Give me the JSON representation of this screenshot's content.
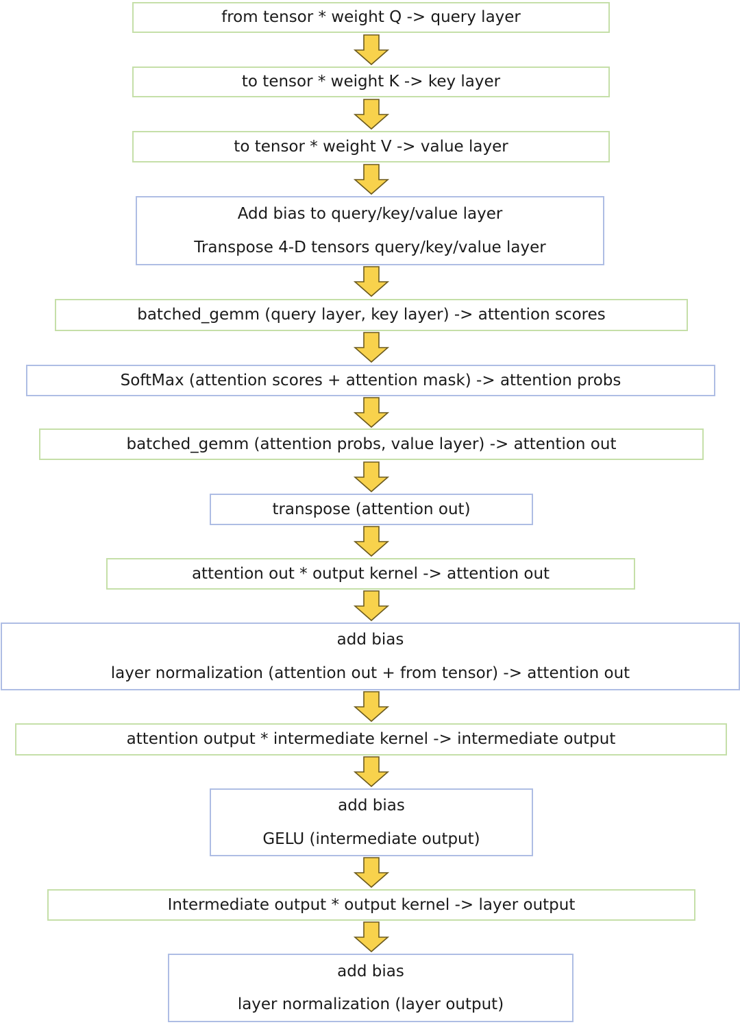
{
  "diagram": {
    "steps": [
      {
        "id": "q",
        "lines": [
          "from tensor * weight Q -> query layer"
        ],
        "border_color": "#c5dfa8"
      },
      {
        "id": "k",
        "lines": [
          "to tensor * weight K -> key layer"
        ],
        "border_color": "#c5dfa8"
      },
      {
        "id": "v",
        "lines": [
          "to tensor * weight V -> value layer"
        ],
        "border_color": "#c5dfa8"
      },
      {
        "id": "bias-transpose",
        "lines": [
          "Add bias to query/key/value layer",
          "Transpose 4-D tensors query/key/value layer"
        ],
        "border_color": "#aebde4"
      },
      {
        "id": "gemm-scores",
        "lines": [
          "batched_gemm (query layer, key layer) -> attention scores"
        ],
        "border_color": "#c5dfa8"
      },
      {
        "id": "softmax",
        "lines": [
          "SoftMax (attention scores + attention mask) -> attention probs"
        ],
        "border_color": "#aebde4"
      },
      {
        "id": "gemm-out",
        "lines": [
          "batched_gemm (attention probs, value layer) -> attention out"
        ],
        "border_color": "#c5dfa8"
      },
      {
        "id": "transpose",
        "lines": [
          "transpose (attention out)"
        ],
        "border_color": "#aebde4"
      },
      {
        "id": "output-kernel",
        "lines": [
          "attention out * output kernel -> attention out"
        ],
        "border_color": "#c5dfa8"
      },
      {
        "id": "layernorm-1",
        "lines": [
          "add bias",
          "layer normalization (attention out + from tensor) -> attention out"
        ],
        "border_color": "#aebde4"
      },
      {
        "id": "intermediate",
        "lines": [
          "attention output * intermediate kernel -> intermediate output"
        ],
        "border_color": "#c5dfa8"
      },
      {
        "id": "gelu",
        "lines": [
          "add bias",
          "GELU (intermediate output)"
        ],
        "border_color": "#aebde4"
      },
      {
        "id": "layer-output",
        "lines": [
          "Intermediate output * output kernel -> layer output"
        ],
        "border_color": "#c5dfa8"
      },
      {
        "id": "layernorm-2",
        "lines": [
          "add bias",
          "layer normalization (layer output)"
        ],
        "border_color": "#aebde4"
      }
    ],
    "arrow_color": "#f8d24c",
    "arrow_outline": "#6b5a1e"
  }
}
